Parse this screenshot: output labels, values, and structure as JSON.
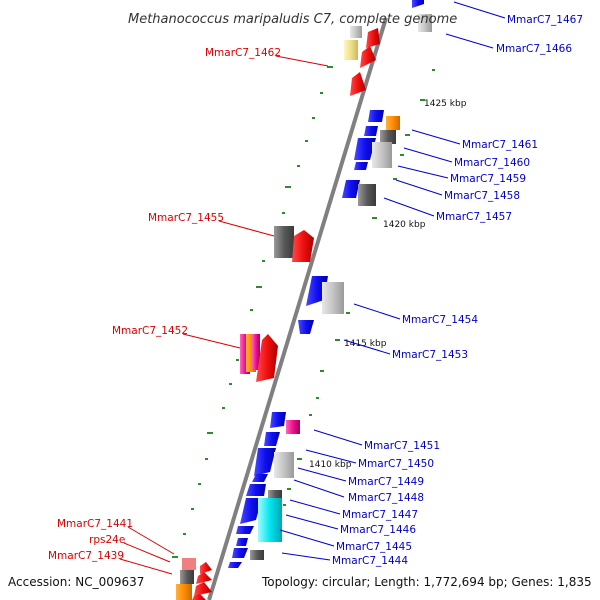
{
  "title": "Methanococcus maripaludis C7, complete genome",
  "footer": {
    "accession": "Accession: NC_009637",
    "summary": "Topology: circular; Length: 1,772,694 bp; Genes: 1,835"
  },
  "scale": {
    "ticks": [
      {
        "label": "1425 kbp"
      },
      {
        "label": "1420 kbp"
      },
      {
        "label": "1415 kbp"
      },
      {
        "label": "1410 kbp"
      }
    ]
  },
  "labels": {
    "left": [
      {
        "text": "MmarC7_1462",
        "color": "#dd0000"
      },
      {
        "text": "MmarC7_1455",
        "color": "#dd0000"
      },
      {
        "text": "MmarC7_1452",
        "color": "#dd0000"
      },
      {
        "text": "MmarC7_1441",
        "color": "#dd0000"
      },
      {
        "text": "rps24e",
        "color": "#dd0000"
      },
      {
        "text": "MmarC7_1439",
        "color": "#dd0000"
      }
    ],
    "right": [
      {
        "text": "MmarC7_1467",
        "color": "#0000cc"
      },
      {
        "text": "MmarC7_1466",
        "color": "#0000cc"
      },
      {
        "text": "MmarC7_1461",
        "color": "#0000cc"
      },
      {
        "text": "MmarC7_1460",
        "color": "#0000cc"
      },
      {
        "text": "MmarC7_1459",
        "color": "#0000cc"
      },
      {
        "text": "MmarC7_1458",
        "color": "#0000cc"
      },
      {
        "text": "MmarC7_1457",
        "color": "#0000cc"
      },
      {
        "text": "MmarC7_1454",
        "color": "#0000cc"
      },
      {
        "text": "MmarC7_1453",
        "color": "#0000cc"
      },
      {
        "text": "MmarC7_1451",
        "color": "#0000cc"
      },
      {
        "text": "MmarC7_1450",
        "color": "#0000cc"
      },
      {
        "text": "MmarC7_1449",
        "color": "#0000cc"
      },
      {
        "text": "MmarC7_1448",
        "color": "#0000cc"
      },
      {
        "text": "MmarC7_1447",
        "color": "#0000cc"
      },
      {
        "text": "MmarC7_1446",
        "color": "#0000cc"
      },
      {
        "text": "MmarC7_1445",
        "color": "#0000cc"
      },
      {
        "text": "MmarC7_1444",
        "color": "#0000cc"
      }
    ]
  },
  "colors": {
    "backbone": "#808080",
    "forward_gene": "#0a0aee",
    "reverse_gene": "#ee0a0a",
    "tick": "#2e8b2e",
    "grey_feature": "#707070",
    "orange_feature": "#ff8c00",
    "cyan_feature": "#00e5ee",
    "magenta_feature": "#ee1188",
    "yellow_feature": "#eee08a"
  }
}
